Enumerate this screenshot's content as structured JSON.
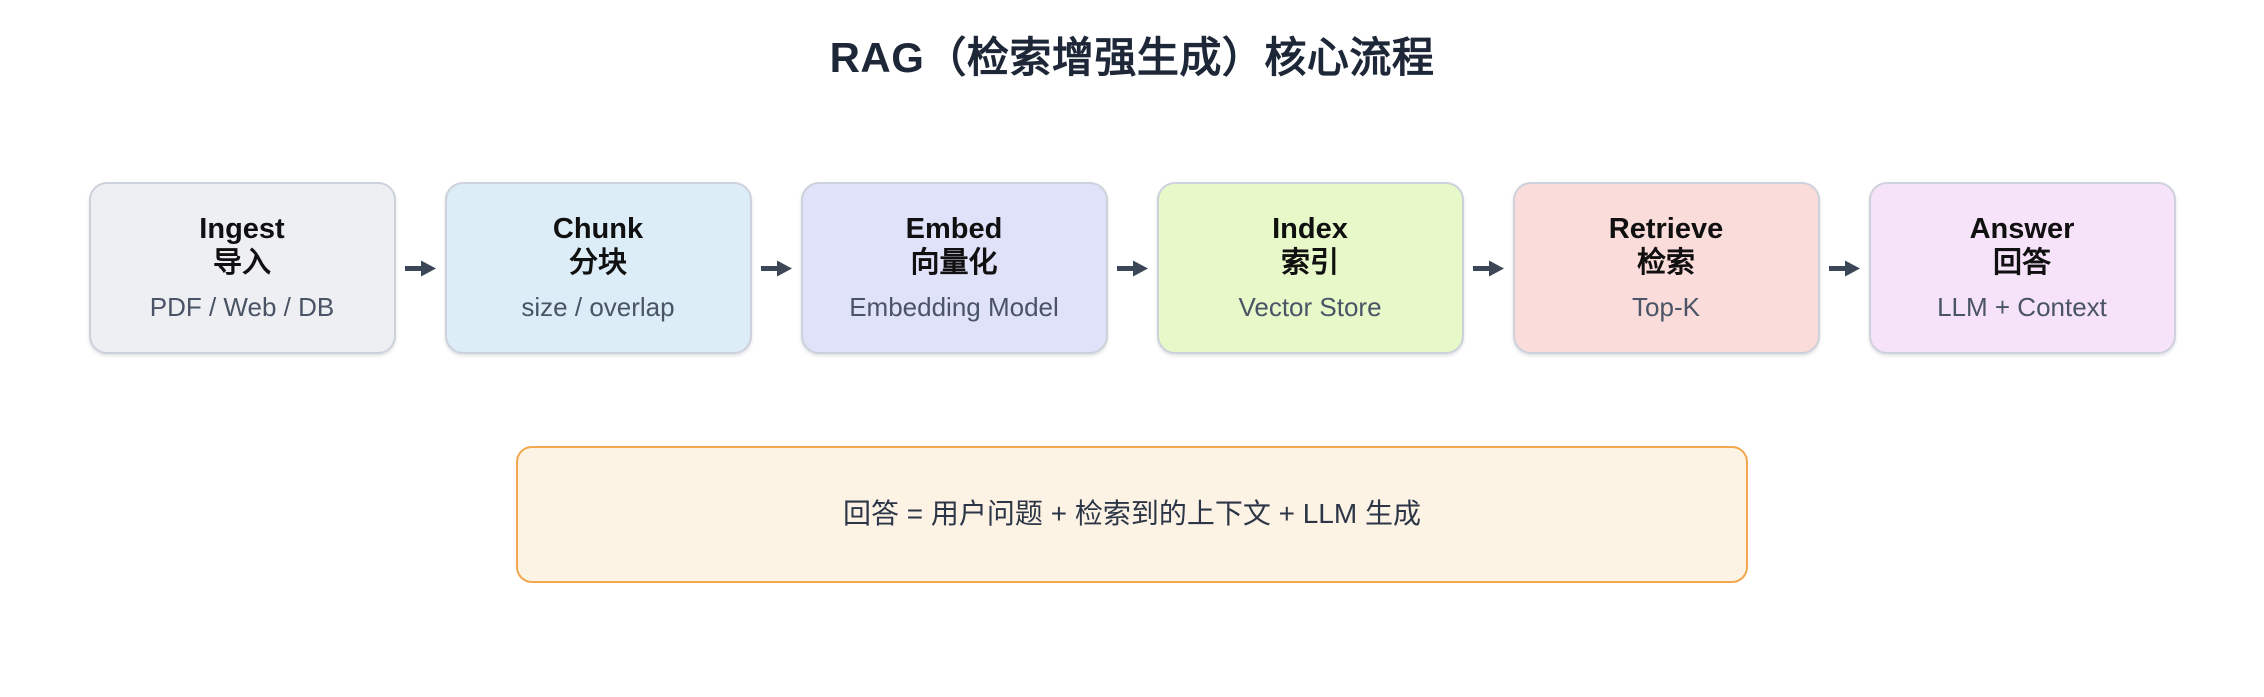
{
  "page": {
    "title": "RAG（检索增强生成）核心流程",
    "title_color": "#1d2737",
    "background": "#ffffff"
  },
  "flow": {
    "box_border_color": "#cdd1db",
    "title_color": "#101010",
    "subtitle_color": "#4a5466",
    "arrow_color": "#3b4757",
    "steps": [
      {
        "title_en": "Ingest",
        "title_zh": "导入",
        "subtitle": "PDF / Web / DB",
        "bg": "#edeff3"
      },
      {
        "title_en": "Chunk",
        "title_zh": "分块",
        "subtitle": "size / overlap",
        "bg": "#dcedf8"
      },
      {
        "title_en": "Embed",
        "title_zh": "向量化",
        "subtitle": "Embedding Model",
        "bg": "#dfe2f9"
      },
      {
        "title_en": "Index",
        "title_zh": "索引",
        "subtitle": "Vector Store",
        "bg": "#e7f8c9"
      },
      {
        "title_en": "Retrieve",
        "title_zh": "检索",
        "subtitle": "Top-K",
        "bg": "#fadcdb"
      },
      {
        "title_en": "Answer",
        "title_zh": "回答",
        "subtitle": "LLM + Context",
        "bg": "#f6e3f9"
      }
    ]
  },
  "note": {
    "text": "回答 = 用户问题 + 检索到的上下文 + LLM 生成",
    "bg": "#fdf3e5",
    "border_color": "#f4a84d",
    "text_color": "#2c3647"
  }
}
